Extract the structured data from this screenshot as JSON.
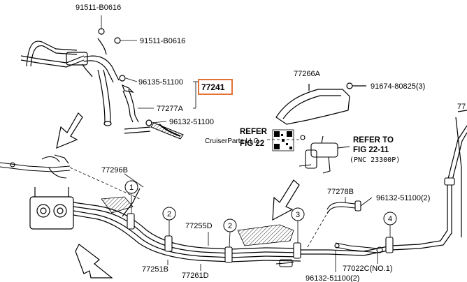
{
  "labels": {
    "bolt_top": "91511-B0616",
    "bolt_second": "91511-B0616",
    "clamp_upper": "96135-51100",
    "part_highlight": "77241",
    "hose_77277a": "77277A",
    "clamp_lower": "96132-51100",
    "protector": "77266A",
    "bolt_right": "91674-80825(3)",
    "cut_right": "77",
    "refer_left_1": "REFER",
    "refer_left_2": "FIG 22",
    "refer_right_1": "REFER TO",
    "refer_right_2": "FIG 22-11",
    "refer_right_3": "(PNC 23300P)",
    "watermark": "CruiserParts LLC",
    "tube_77296b": "77296B",
    "tube_77278b": "77278B",
    "clamp_right": "96132-51100(2)",
    "tube_77255d": "77255D",
    "tube_77251b": "77251B",
    "tube_77261d": "77261D",
    "tube_77022c": "77022C(NO.1)",
    "clamp_bottom": "96132-51100(2)"
  },
  "callouts": [
    "1",
    "2",
    "2",
    "3",
    "4"
  ],
  "colors": {
    "highlight_border": "#e0621f",
    "line": "#000000",
    "background": "#ffffff"
  }
}
